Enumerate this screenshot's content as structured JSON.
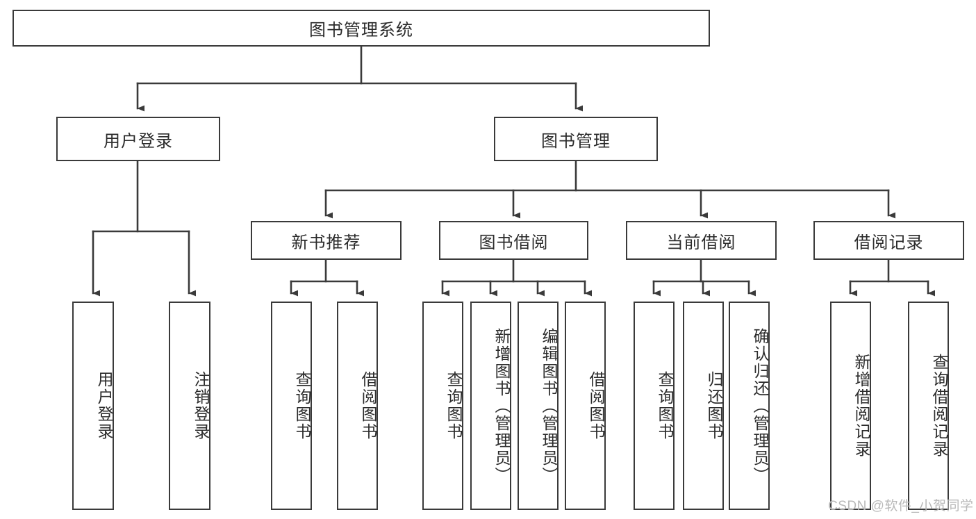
{
  "diagram": {
    "type": "tree-hierarchy-chart",
    "title": "图书管理系统",
    "colors": {
      "box_border": "#3a3a3a",
      "connector": "#3a3a3a",
      "box_fill": "#ffffff",
      "text": "#2b2b2b",
      "watermark": "#b9b9b9"
    },
    "levels": {
      "root": {
        "id": "root",
        "label": "图书管理系统",
        "orientation": "horizontal"
      },
      "level2": [
        {
          "id": "user-login",
          "label": "用户登录",
          "orientation": "horizontal"
        },
        {
          "id": "book-management",
          "label": "图书管理",
          "orientation": "horizontal"
        }
      ],
      "level3": [
        {
          "id": "new-book-recommend",
          "label": "新书推荐",
          "orientation": "horizontal",
          "parent": "book-management"
        },
        {
          "id": "book-borrow",
          "label": "图书借阅",
          "orientation": "horizontal",
          "parent": "book-management"
        },
        {
          "id": "current-borrow",
          "label": "当前借阅",
          "orientation": "horizontal",
          "parent": "book-management"
        },
        {
          "id": "borrow-record",
          "label": "借阅记录",
          "orientation": "horizontal",
          "parent": "book-management"
        }
      ],
      "leaves": [
        {
          "id": "leaf-user-login",
          "label": "用户登录",
          "parent": "user-login"
        },
        {
          "id": "leaf-logout-login",
          "label": "注销登录",
          "parent": "user-login"
        },
        {
          "id": "leaf-query-book-1",
          "label": "查询图书",
          "parent": "new-book-recommend"
        },
        {
          "id": "leaf-borrow-book-1",
          "label": "借阅图书",
          "parent": "new-book-recommend"
        },
        {
          "id": "leaf-query-book-2",
          "label": "查询图书",
          "parent": "book-borrow"
        },
        {
          "id": "leaf-add-book",
          "label": "新增图书（管理员）",
          "parent": "book-borrow"
        },
        {
          "id": "leaf-edit-book",
          "label": "编辑图书（管理员）",
          "parent": "book-borrow"
        },
        {
          "id": "leaf-borrow-book-2",
          "label": "借阅图书",
          "parent": "book-borrow"
        },
        {
          "id": "leaf-query-book-3",
          "label": "查询图书",
          "parent": "current-borrow"
        },
        {
          "id": "leaf-return-book",
          "label": "归还图书",
          "parent": "current-borrow"
        },
        {
          "id": "leaf-confirm-return",
          "label": "确认归还（管理员）",
          "parent": "current-borrow"
        },
        {
          "id": "leaf-add-record",
          "label": "新增借阅记录",
          "parent": "borrow-record"
        },
        {
          "id": "leaf-query-record",
          "label": "查询借阅记录",
          "parent": "borrow-record"
        }
      ]
    },
    "watermark": "CSDN @软件_小贺同学"
  }
}
